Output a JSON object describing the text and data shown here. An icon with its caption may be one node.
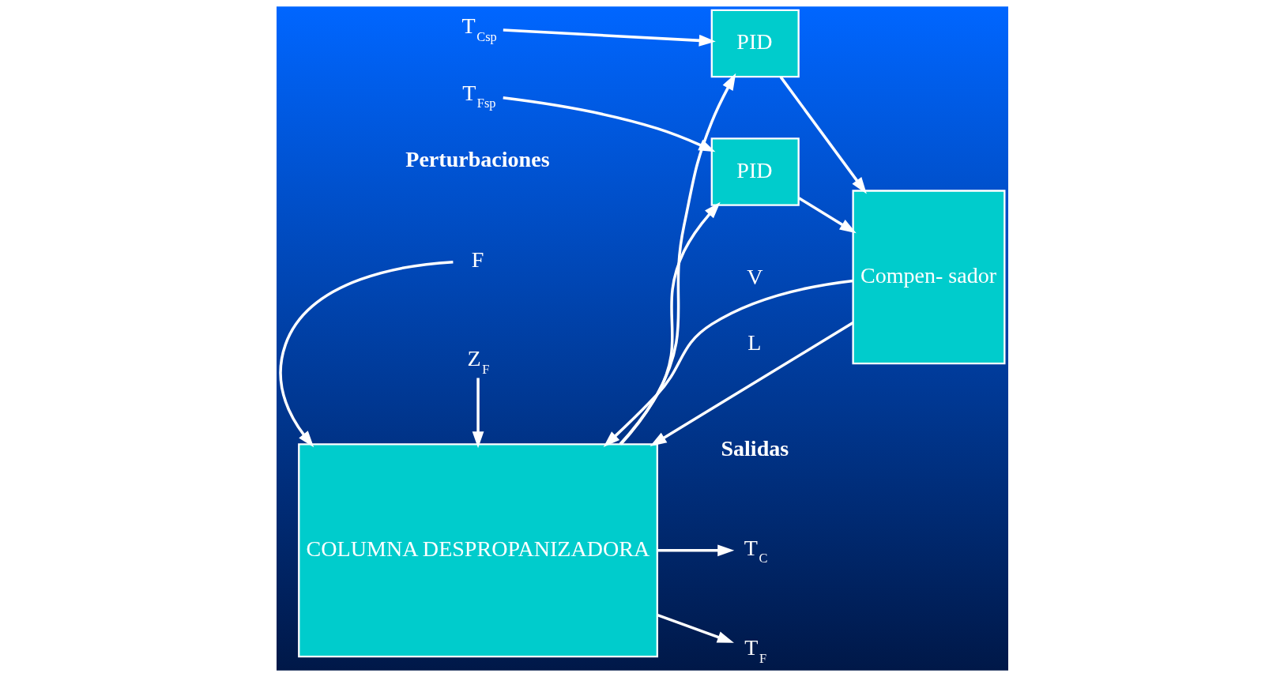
{
  "diagram": {
    "nodes": [
      {
        "text": [
          "F"
        ]
      },
      {
        "text": [
          "Z$_{F}$"
        ]
      },
      {
        "text": [
          "PID"
        ]
      },
      {
        "text": [
          "Compen- sador"
        ]
      },
      {
        "text": [
          "COLUMNA DESPROPANIZADORA"
        ]
      },
      {
        "text": [
          "T$_{C}$"
        ]
      },
      {
        "text": [
          "T$_{Csp}$"
        ]
      },
      {
        "text": [
          "PID"
        ]
      },
      {
        "text": [
          "T$_{F}$"
        ]
      },
      {
        "text": [
          "T$_{Fsp}$"
        ]
      }
    ],
    "edges": [
      {
        "from": 0,
        "to": 4,
        "arrow": "to"
      },
      {
        "from": 1,
        "to": 4,
        "arrow": "to"
      },
      {
        "from": 4,
        "to": 2,
        "arrow": "to"
      },
      {
        "from": 6,
        "to": 2,
        "arrow": "to"
      },
      {
        "from": 2,
        "to": 3,
        "arrow": "to"
      },
      {
        "from": 3,
        "to": 4,
        "label": "L",
        "arrow": "to"
      },
      {
        "from": 4,
        "to": 5,
        "arrow": "to"
      },
      {
        "from": 4,
        "to": 7,
        "arrow": "to"
      },
      {
        "from": 9,
        "to": 7,
        "arrow": "to"
      },
      {
        "from": 7,
        "to": 3,
        "arrow": "to"
      },
      {
        "from": 3,
        "to": 4,
        "label": "V",
        "arrow": "to"
      },
      {
        "from": 4,
        "to": 8,
        "arrow": "to"
      }
    ],
    "labels": [
      "Perturbaciones",
      "Salidas"
    ]
  }
}
